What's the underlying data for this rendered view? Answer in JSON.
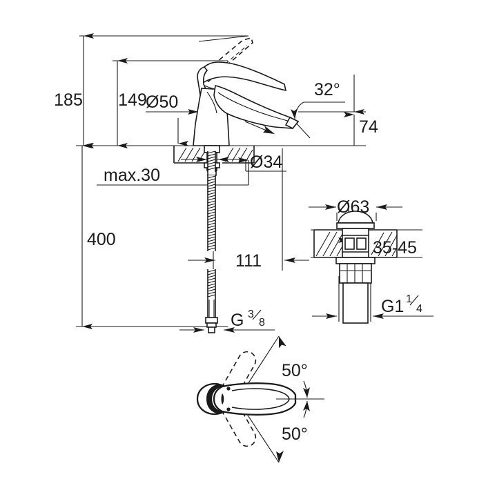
{
  "drawing": {
    "title": "Single-lever basin mixer technical dimension drawing",
    "units": "mm",
    "background_color": "#ffffff",
    "line_color": "#1a1a1a"
  },
  "dimensions": {
    "spout_total_height": "185",
    "spout_height_to_outlet": "149",
    "escutcheon_diameter": "Ø50",
    "counter_hole_diameter": "Ø34",
    "max_deck_thickness": "max.30",
    "supply_hose_length": "400",
    "spout_projection": "111",
    "spout_reach_from_axis": "74",
    "outlet_angle": "32°",
    "supply_thread": "G",
    "supply_thread_numerator": "3",
    "supply_thread_denominator": "8",
    "drain_cap_diameter": "Ø63",
    "drain_deck_range": "35-45",
    "drain_thread": "G1",
    "drain_thread_numerator": "1",
    "drain_thread_denominator": "4",
    "swivel_angle_upper": "50°",
    "swivel_angle_lower": "50°"
  },
  "views": {
    "elevation": "front elevation of basin mixer",
    "drain_detail": "push-open waste drain section",
    "plan": "top view showing lever swivel range"
  }
}
